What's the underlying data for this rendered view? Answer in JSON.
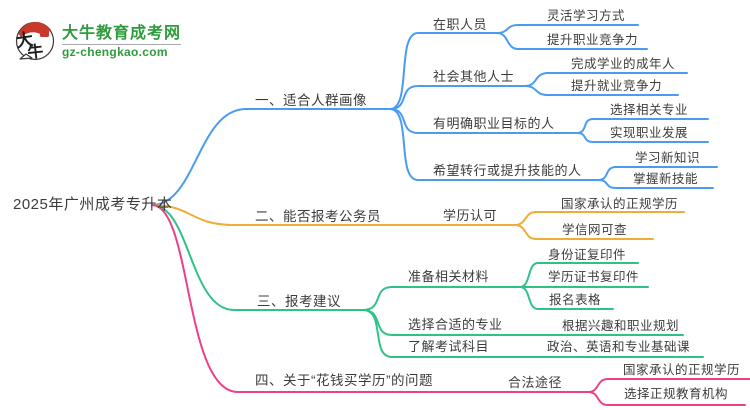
{
  "logo": {
    "icon_text_top": "大",
    "icon_text_bottom": "牛",
    "title": "大牛教育成考网",
    "domain": "gz-chengkao.com"
  },
  "colors": {
    "branch1": "#4A9BF2",
    "branch2": "#F0AC38",
    "branch3": "#2EC287",
    "branch4": "#EE3F8B",
    "text": "#3C3C3C",
    "logo_green": "#2E9B3D",
    "logo_red": "#C9382B"
  },
  "root": {
    "label": "2025年广州成考专升本"
  },
  "branches": [
    {
      "label": "一、适合人群画像",
      "children": [
        {
          "label": "在职人员",
          "children": [
            {
              "label": "灵活学习方式"
            },
            {
              "label": "提升职业竞争力"
            }
          ]
        },
        {
          "label": "社会其他人士",
          "children": [
            {
              "label": "完成学业的成年人"
            },
            {
              "label": "提升就业竞争力"
            }
          ]
        },
        {
          "label": "有明确职业目标的人",
          "children": [
            {
              "label": "选择相关专业"
            },
            {
              "label": "实现职业发展"
            }
          ]
        },
        {
          "label": "希望转行或提升技能的人",
          "children": [
            {
              "label": "学习新知识"
            },
            {
              "label": "掌握新技能"
            }
          ]
        }
      ]
    },
    {
      "label": "二、能否报考公务员",
      "children": [
        {
          "label": "学历认可",
          "children": [
            {
              "label": "国家承认的正规学历"
            },
            {
              "label": "学信网可查"
            }
          ]
        }
      ]
    },
    {
      "label": "三、报考建议",
      "children": [
        {
          "label": "准备相关材料",
          "children": [
            {
              "label": "身份证复印件"
            },
            {
              "label": "学历证书复印件"
            },
            {
              "label": "报名表格"
            }
          ]
        },
        {
          "label": "选择合适的专业",
          "children": [
            {
              "label": "根据兴趣和职业规划"
            }
          ]
        },
        {
          "label": "了解考试科目",
          "children": [
            {
              "label": "政治、英语和专业基础课"
            }
          ]
        }
      ]
    },
    {
      "label": "四、关于“花钱买学历”的问题",
      "children": [
        {
          "label": "合法途径",
          "children": [
            {
              "label": "国家承认的正规学历"
            },
            {
              "label": "选择正规教育机构"
            }
          ]
        }
      ]
    }
  ]
}
